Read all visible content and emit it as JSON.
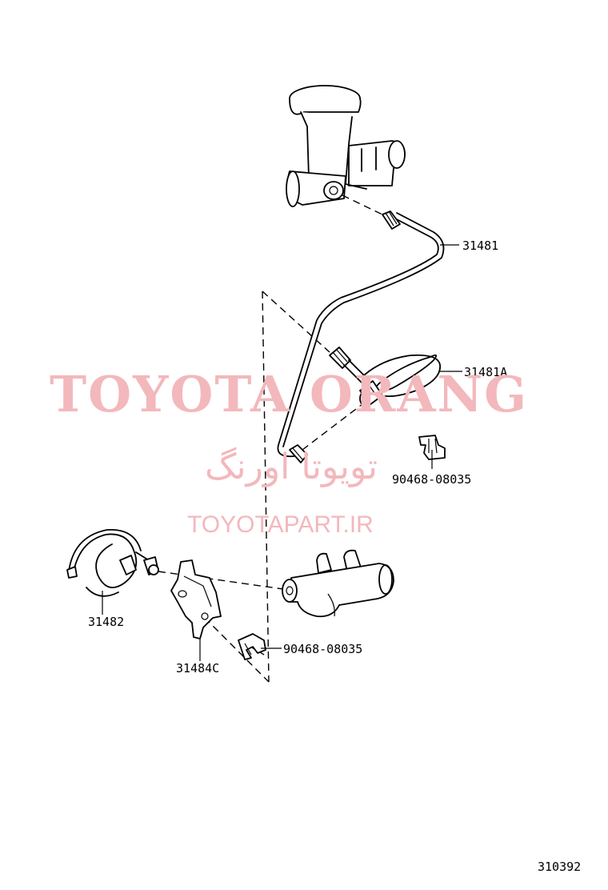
{
  "watermark": {
    "main": "TOYOTA ORANG",
    "persian": "تویوتا اورنگ",
    "url": "TOYOTAPART.IR"
  },
  "parts": {
    "p31481": "31481",
    "p31481a": "31481A",
    "clip_upper": "90468-08035",
    "p31482": "31482",
    "clip_lower": "90468-08035",
    "p31484c": "31484C"
  },
  "figure_code": "310392",
  "colors": {
    "watermark": "#f3b8bc",
    "line": "#000000",
    "background": "#ffffff"
  }
}
